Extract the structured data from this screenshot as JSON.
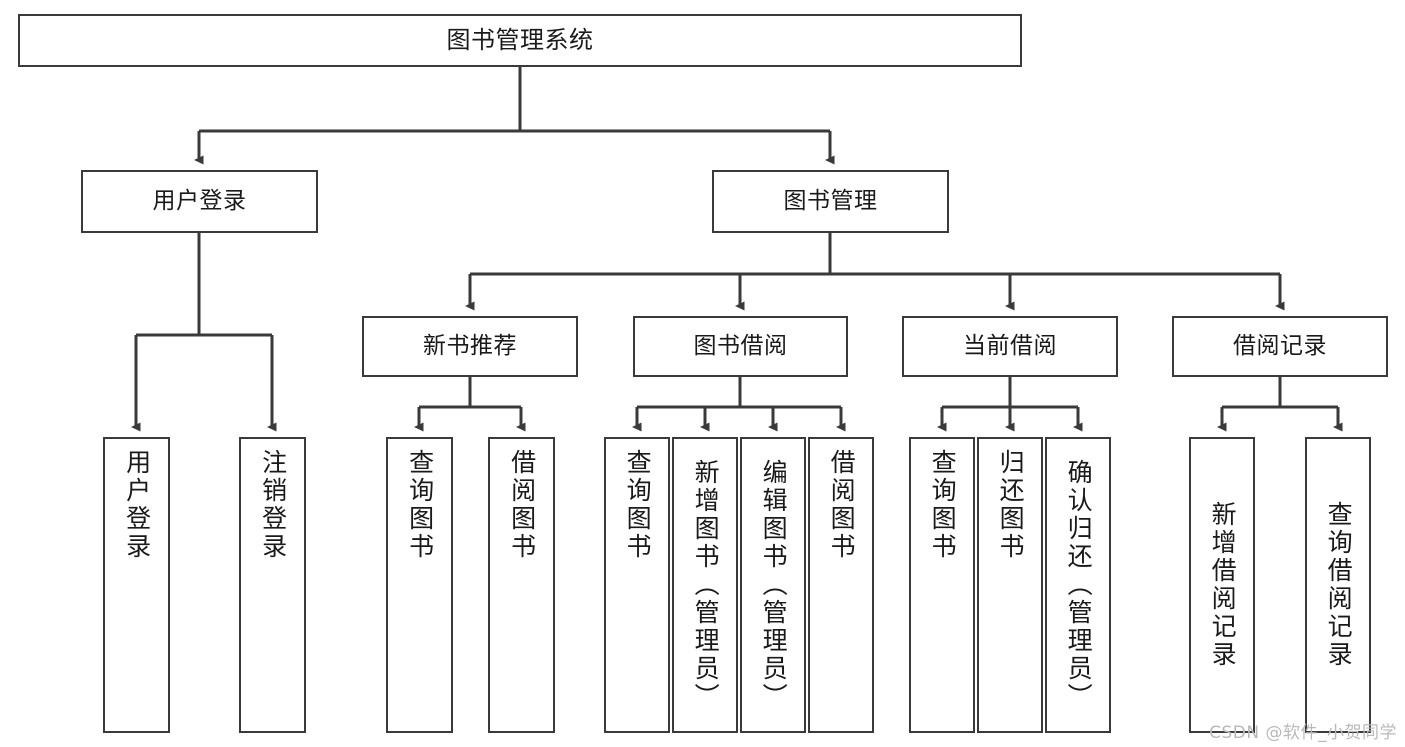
{
  "diagram": {
    "type": "tree-hierarchy-chart",
    "title": "图书管理系统",
    "orientation": "top-down",
    "colors": {
      "box_border": "#3a3a3a",
      "box_fill": "#ffffff",
      "edge": "#3a3a3a",
      "text": "#1a1a1a",
      "background": "#ffffff",
      "watermark": "#b9b9b9"
    },
    "root": {
      "label": "图书管理系统"
    },
    "level2": [
      {
        "label": "用户登录"
      },
      {
        "label": "图书管理"
      }
    ],
    "level3": [
      {
        "label": "新书推荐"
      },
      {
        "label": "图书借阅"
      },
      {
        "label": "当前借阅"
      },
      {
        "label": "借阅记录"
      }
    ],
    "leaves": {
      "user_login": [
        {
          "label": "用户登录"
        },
        {
          "label": "注销登录"
        }
      ],
      "new_book_recommend": [
        {
          "label": "查询图书"
        },
        {
          "label": "借阅图书"
        }
      ],
      "book_borrow": [
        {
          "label": "查询图书"
        },
        {
          "label": "新增图书（管理员）"
        },
        {
          "label": "编辑图书（管理员）"
        },
        {
          "label": "借阅图书"
        }
      ],
      "current_borrow": [
        {
          "label": "查询图书"
        },
        {
          "label": "归还图书"
        },
        {
          "label": "确认归还（管理员）"
        }
      ],
      "borrow_record": [
        {
          "label": "新增借阅记录"
        },
        {
          "label": "查询借阅记录"
        }
      ]
    }
  },
  "watermark": {
    "text": "CSDN @软件_小贺同学"
  }
}
